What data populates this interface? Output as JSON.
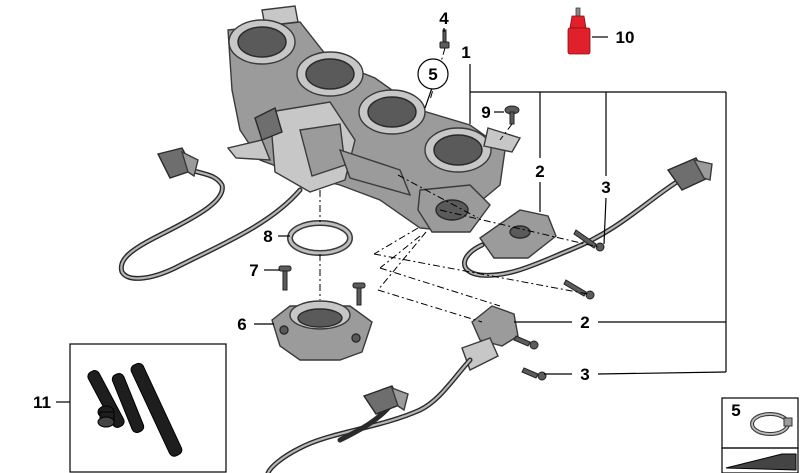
{
  "callouts": {
    "c1": "1",
    "c2a": "2",
    "c2b": "2",
    "c3a": "3",
    "c3b": "3",
    "c4": "4",
    "c5": "5",
    "c6": "6",
    "c7": "7",
    "c8": "8",
    "c9": "9",
    "c10": "10",
    "c11": "11",
    "inset5": "5"
  },
  "colors": {
    "adhesive_bottle": "#e0202a",
    "line": "#000000",
    "part_gray": "#9b9b9b"
  }
}
